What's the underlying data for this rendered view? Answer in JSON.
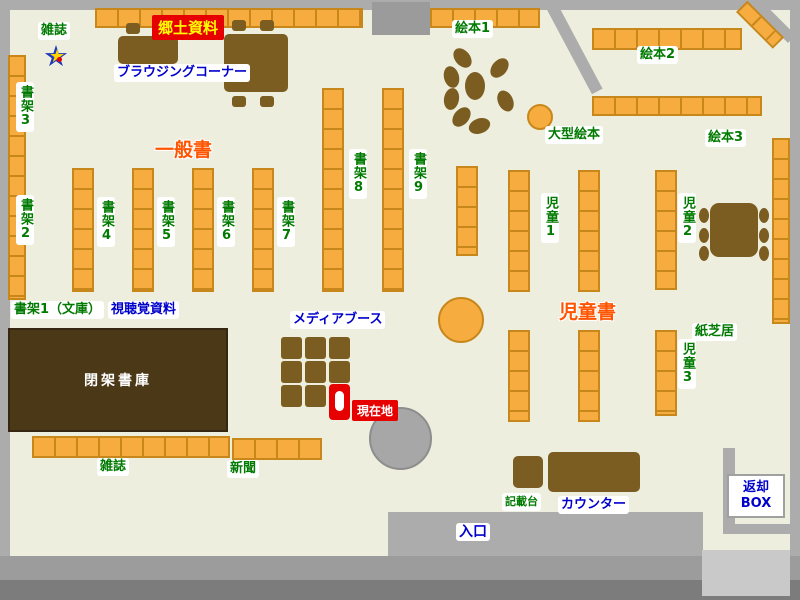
{
  "colors": {
    "floor": "#EDEEDE",
    "wall_gray": "#ACACAC",
    "shelf_fill": "#F6AC3F",
    "shelf_border": "#C8871B",
    "furniture_brown": "#7B5C21",
    "closed_stack_brown": "#4A3817",
    "label_green": "#007A00",
    "label_blue": "#0000CC",
    "category_orange": "#FF5500",
    "highlight_red": "#E60000",
    "highlight_yellow_text": "#FFFF00"
  },
  "icons": {
    "magazine_star": "★"
  },
  "labels": {
    "magazine_top": "雑誌",
    "local_history": "郷土資料",
    "browsing_corner": "ブラウジングコーナー",
    "shelf2": "書架2",
    "shelf3": "書架3",
    "shelf4": "書架4",
    "shelf5": "書架5",
    "shelf6": "書架6",
    "shelf7": "書架7",
    "shelf8": "書架8",
    "shelf9": "書架9",
    "general_books": "一般書",
    "picture1": "絵本1",
    "picture2": "絵本2",
    "picture3": "絵本3",
    "large_picture": "大型絵本",
    "child1": "児童1",
    "child2": "児童2",
    "child3": "児童3",
    "children_books": "児童書",
    "kamishibai": "紙芝居",
    "shelf1_bunko": "書架1（文庫）",
    "av_materials": "視聴覚資料",
    "media_booth": "メディアブース",
    "current_location": "現在地",
    "closed_stacks": "閉架書庫",
    "magazine_bottom": "雑誌",
    "newspaper": "新聞",
    "writing_desk": "記載台",
    "counter": "カウンター",
    "entrance": "入口",
    "return_box_l1": "返却",
    "return_box_l2": "BOX"
  }
}
